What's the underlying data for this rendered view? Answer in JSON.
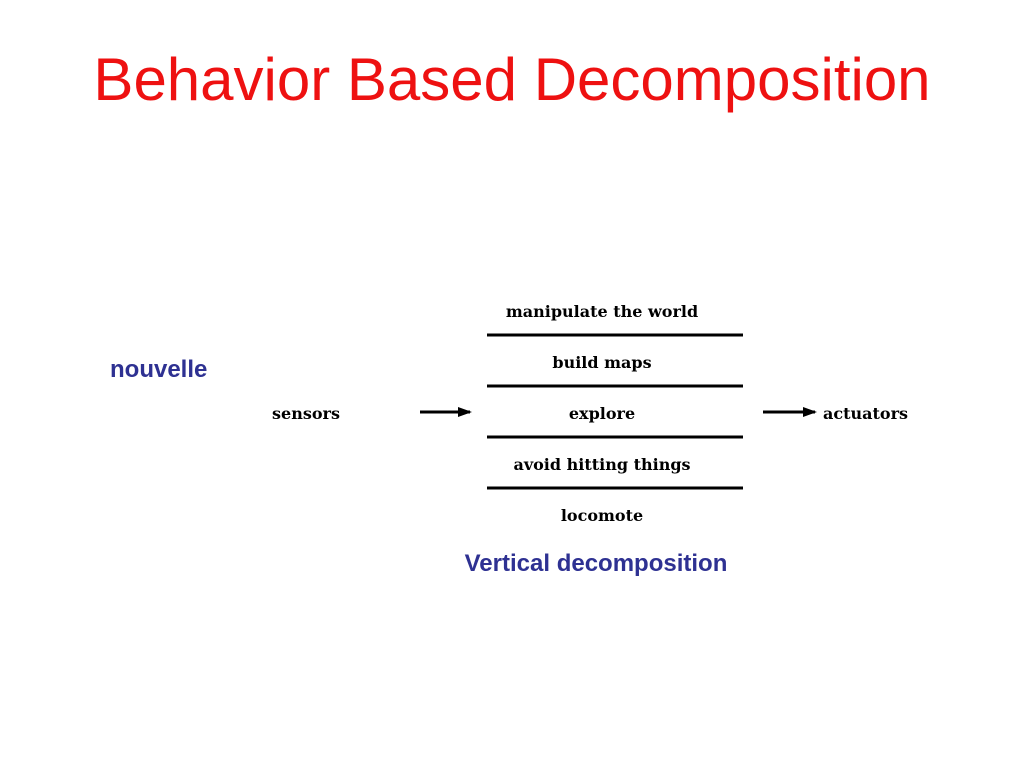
{
  "slide": {
    "title": "Behavior Based Decomposition",
    "side_label": "nouvelle",
    "caption": "Vertical decomposition"
  },
  "diagram": {
    "input_label": "sensors",
    "output_label": "actuators",
    "layers": [
      "manipulate the world",
      "build maps",
      "explore",
      "avoid hitting things",
      "locomote"
    ]
  },
  "colors": {
    "title": "#ee1111",
    "accent_text": "#2e3192",
    "diagram": "#000000"
  }
}
